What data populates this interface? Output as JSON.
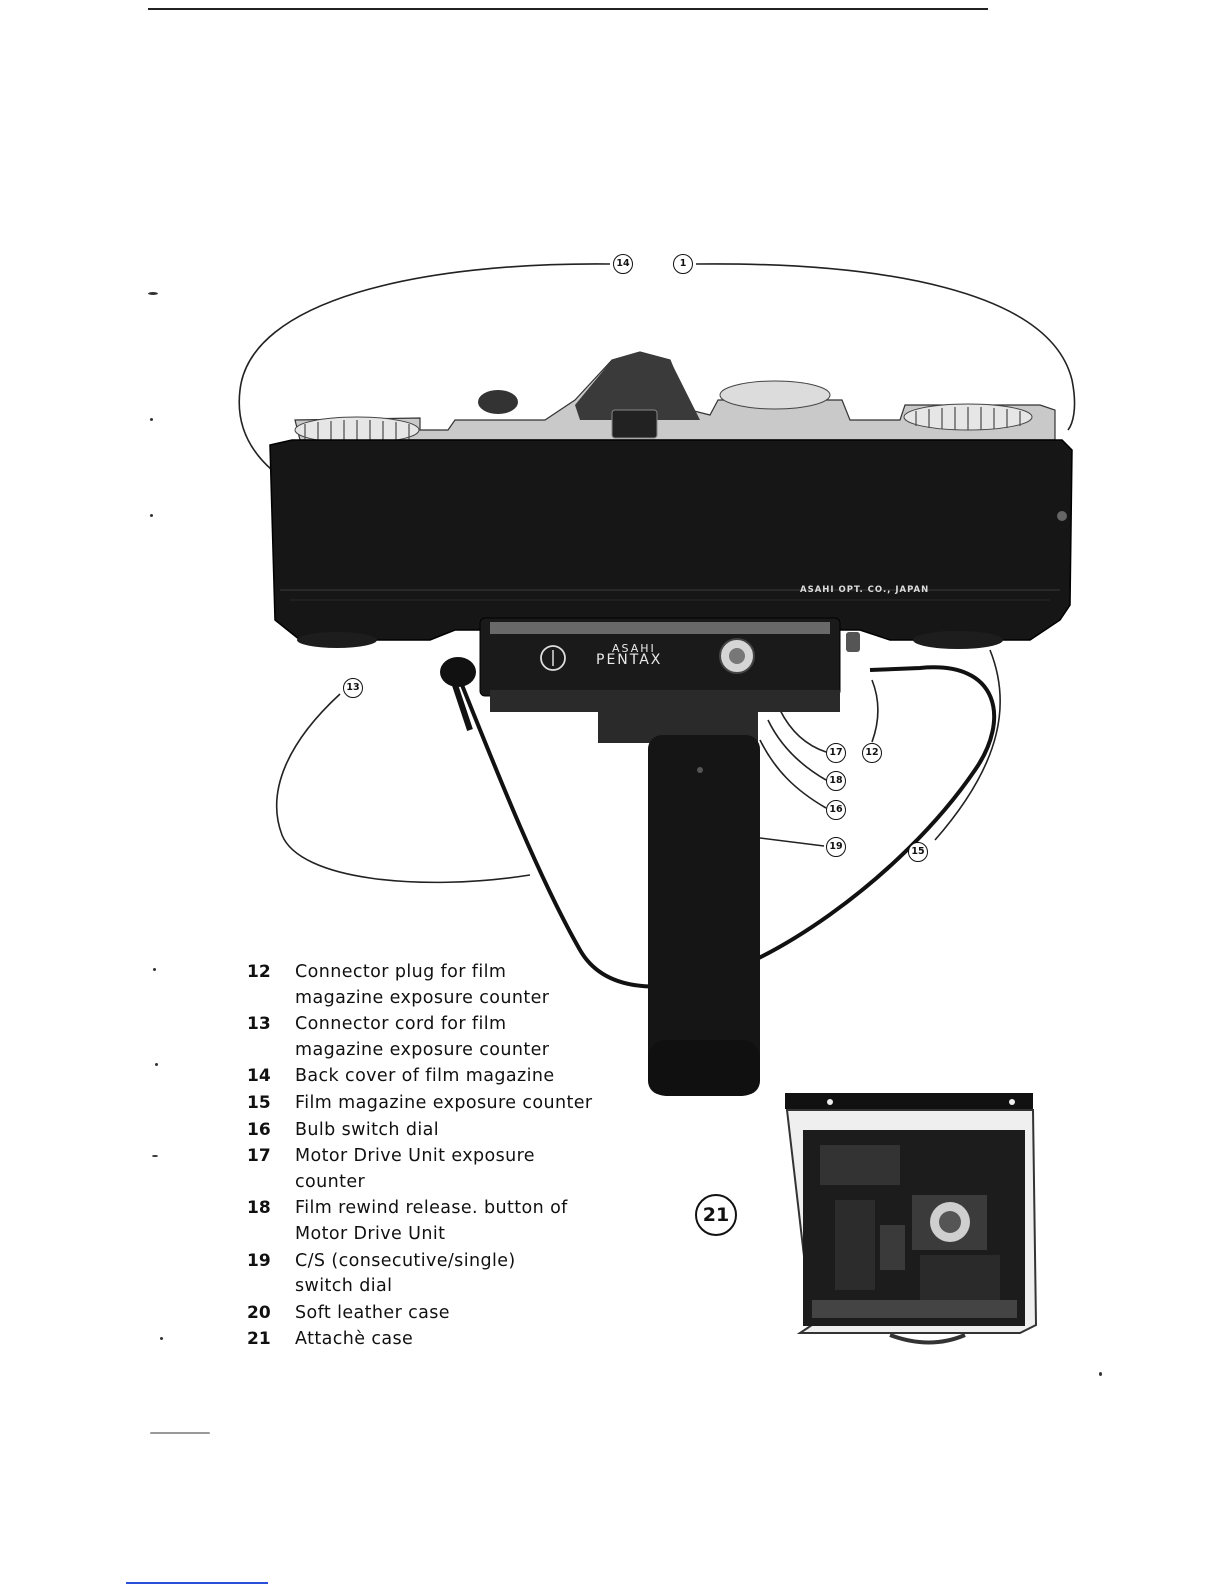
{
  "callouts": {
    "c1": "1",
    "c12": "12",
    "c13": "13",
    "c14": "14",
    "c15": "15",
    "c16": "16",
    "c17": "17",
    "c18": "18",
    "c19": "19",
    "c21": "21"
  },
  "camera_markings": {
    "brand_top": "ASAHI",
    "brand_bottom": "PENTAX",
    "maker": "ASAHI OPT. CO., JAPAN"
  },
  "legend": [
    {
      "num": "12",
      "text": "Connector plug for film magazine exposure counter"
    },
    {
      "num": "13",
      "text": "Connector cord for film magazine exposure counter"
    },
    {
      "num": "14",
      "text": "Back cover of film magazine"
    },
    {
      "num": "15",
      "text": "Film magazine exposure counter"
    },
    {
      "num": "16",
      "text": "Bulb switch dial"
    },
    {
      "num": "17",
      "text": "Motor Drive Unit exposure counter"
    },
    {
      "num": "18",
      "text": "Film rewind release. button of Motor Drive Unit"
    },
    {
      "num": "19",
      "text": "C/S (consecutive/single) switch dial"
    },
    {
      "num": "20",
      "text": "Soft leather case"
    },
    {
      "num": "21",
      "text": "Attachè case"
    }
  ]
}
